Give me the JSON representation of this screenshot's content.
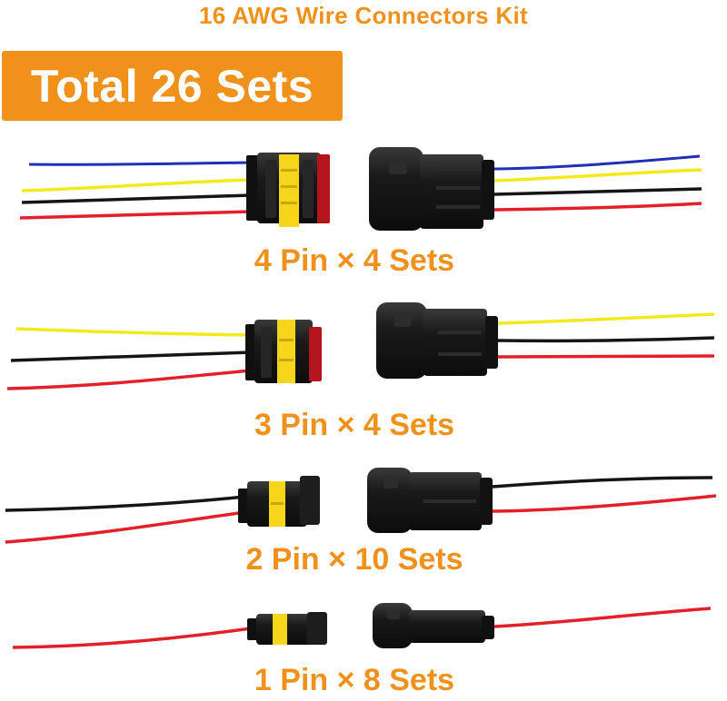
{
  "title": "16 AWG Wire Connectors Kit",
  "badge": "Total 26 Sets",
  "rows": [
    {
      "caption": "4 Pin × 4 Sets"
    },
    {
      "caption": "3 Pin × 4 Sets"
    },
    {
      "caption": "2 Pin × 10 Sets"
    },
    {
      "caption": "1 Pin × 8 Sets"
    }
  ],
  "colors": {
    "accent": "#f0911c",
    "wire_blue": "#1f2fb8",
    "wire_yellow": "#f2ea1e",
    "wire_black": "#151515",
    "wire_red": "#e3202a",
    "connector_body": "#161616",
    "seal_yellow": "#f7d51a"
  },
  "icons": [
    "4-pin-connector-pair",
    "3-pin-connector-pair",
    "2-pin-connector-pair",
    "1-pin-connector-pair"
  ]
}
